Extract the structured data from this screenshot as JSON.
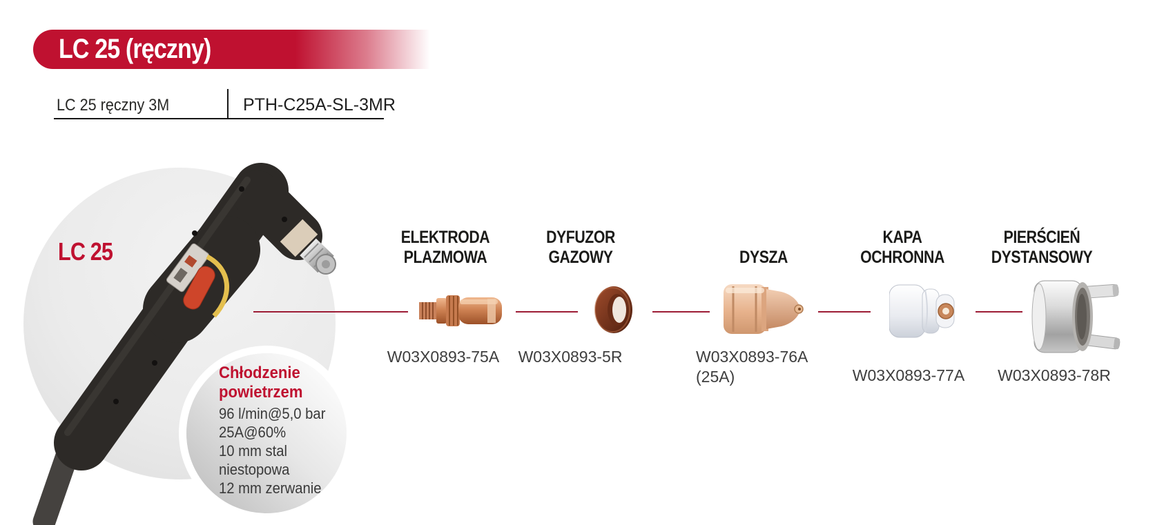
{
  "banner": {
    "title": "LC 25 (ręczny)"
  },
  "model_row": {
    "name": "LC 25 ręczny 3M",
    "code": "PTH-C25A-SL-3MR"
  },
  "torch": {
    "label": "LC 25"
  },
  "cooling": {
    "title_line1": "Chłodzenie",
    "title_line2": "powietrzem",
    "specs": [
      "96 l/min@5,0 bar",
      "25A@60%",
      "10 mm stal",
      "niestopowa",
      "12 mm zerwanie"
    ]
  },
  "parts": [
    {
      "name_lines": [
        "ELEKTRODA",
        "PLAZMOWA"
      ],
      "part_no": "W03X0893-75A",
      "note": "",
      "icon": "electrode-icon"
    },
    {
      "name_lines": [
        "DYFUZOR",
        "GAZOWY"
      ],
      "part_no": "W03X0893-5R",
      "note": "",
      "icon": "gas-diffuser-icon"
    },
    {
      "name_lines": [
        "DYSZA"
      ],
      "part_no": "W03X0893-76A",
      "note": "(25A)",
      "icon": "nozzle-icon"
    },
    {
      "name_lines": [
        "KAPA",
        "OCHRONNA"
      ],
      "part_no": "W03X0893-77A",
      "note": "",
      "icon": "shield-cap-icon"
    },
    {
      "name_lines": [
        "PIERŚCIEŃ",
        "DYSTANSOWY"
      ],
      "part_no": "W03X0893-78R",
      "note": "",
      "icon": "spacer-ring-icon"
    }
  ],
  "colors": {
    "accent_red": "#bf1130",
    "connector_line": "#9c1b34",
    "header_text": "#1b1b19",
    "part_number_text": "#3e3e3e",
    "copper": "#c87a4f",
    "silver": "#c9c9c9"
  }
}
